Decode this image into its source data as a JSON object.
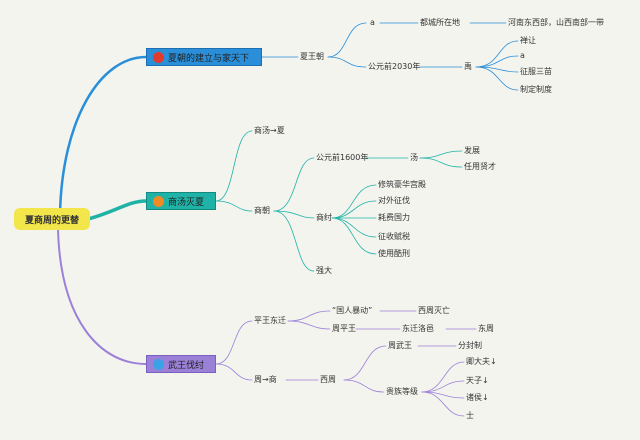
{
  "colors": {
    "blue": "#2a8fd8",
    "teal": "#1fb3a7",
    "purple": "#9b80d8",
    "root": "#f2e64a"
  },
  "root": "夏商周的更替",
  "branches": {
    "xia": {
      "title": "夏朝的建立与家天下",
      "icon": "red-circle",
      "dynasty": "夏王朝",
      "a": "a",
      "capital": "都城所在地",
      "capital_location": "河南东西部，山西南部一带",
      "year": "公元前2030年",
      "ruler": "禹",
      "items": [
        "禅让",
        "a",
        "征服三苗",
        "制定制度"
      ]
    },
    "shang": {
      "title": "商汤灭夏",
      "icon": "orange-circle",
      "transition": "商汤→夏",
      "dynasty": "商朝",
      "year": "公元前1600年",
      "ruler": "汤",
      "ruler_items": [
        "发展",
        "任用贤才"
      ],
      "last_king": "商纣",
      "last_king_items": [
        "修筑豪华宫殿",
        "对外征伐",
        "耗费国力",
        "征收赋税",
        "使用酷刑"
      ],
      "strong": "强大"
    },
    "zhou": {
      "title": "武王伐纣",
      "icon": "blue-circle",
      "east": "平王东迁",
      "riot": "“国人暴动”",
      "west_fall": "西周灭亡",
      "king_ping": "周平王",
      "move_luoyi": "东迁洛邑",
      "east_zhou": "东周",
      "zhou_shang": "周→商",
      "west_zhou": "西周",
      "wu_wang": "周武王",
      "fief": "分封制",
      "ranks": "贵族等级",
      "rank_items": [
        "卿大夫↓",
        "天子↓",
        "诸侯↓",
        "士"
      ]
    }
  }
}
